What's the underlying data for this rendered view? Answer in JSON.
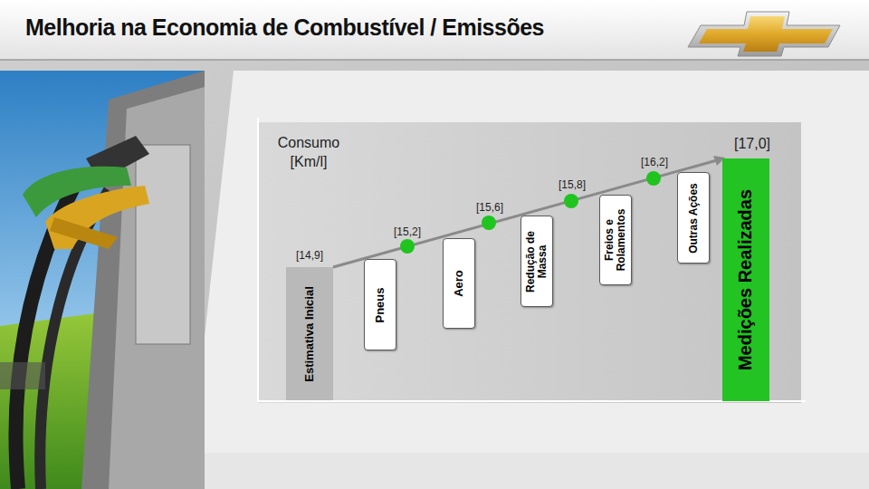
{
  "diagram": {
    "title": "Melhoria na Economia de Combustível / Emissões",
    "nodes": [
      {
        "text": [
          "Estimativa Inicial"
        ]
      },
      {
        "text": [
          "Pneus"
        ]
      },
      {
        "text": [
          "Aero"
        ]
      },
      {
        "text": [
          "Redução de Massa"
        ]
      },
      {
        "text": [
          "Freios e Rolamentos"
        ]
      },
      {
        "text": [
          "Outras Ações"
        ]
      },
      {
        "text": [
          "Medições Realizadas"
        ]
      }
    ],
    "labels": [
      "Consumo [Km/l]",
      "[14,9]",
      "[15,2]",
      "[15,6]",
      "[15,8]",
      "[16,2]",
      "[17,0]"
    ]
  }
}
